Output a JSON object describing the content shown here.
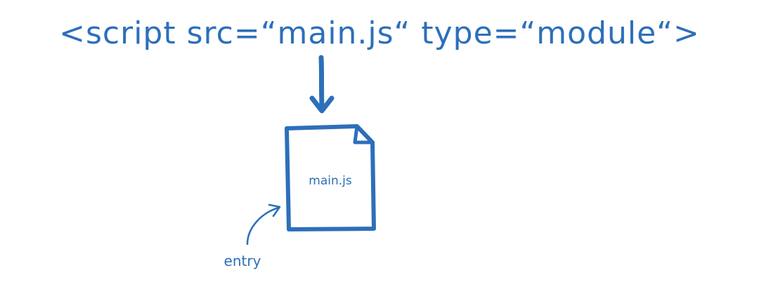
{
  "diagram": {
    "code_text": "<script src=“main.js“ type=“module“>",
    "file_label": "main.js",
    "annotation": "entry"
  },
  "colors": {
    "ink": "#2d6fba",
    "background": "#ffffff"
  },
  "icons": {
    "arrow": "down-arrow-icon",
    "file": "file-icon",
    "pointer": "curved-arrow-icon"
  }
}
